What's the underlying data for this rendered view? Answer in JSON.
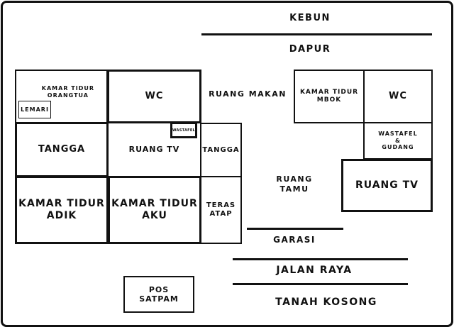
{
  "plan": {
    "outside": {
      "kebun": "KEBUN",
      "dapur": "DAPUR",
      "ruang_makan": "RUANG MAKAN",
      "ruang_tamu": "RUANG\nTAMU",
      "garasi": "GARASI",
      "jalan_raya": "JALAN RAYA",
      "tanah_kosong": "TANAH KOSONG"
    },
    "left_block": {
      "kamar_tidur_orangtua": "KAMAR TIDUR\nORANGTUA",
      "lemari": "LEMARI",
      "wc": "WC",
      "tangga_left": "TANGGA",
      "ruang_tv": "RUANG TV",
      "wastafel": "WASTAFEL",
      "tangga_small": "TANGGA",
      "kamar_tidur_adik": "KAMAR TIDUR\nADIK",
      "kamar_tidur_aku": "KAMAR TIDUR\nAKU",
      "teras_atap": "TERAS\nATAP"
    },
    "right_block": {
      "kamar_tidur_mbok": "KAMAR  TIDUR\nMBOK",
      "wc": "WC",
      "wastafel_gudang": "WASTAFEL\n&\nGUDANG",
      "ruang_tv": "RUANG TV"
    },
    "pos_satpam": "POS\nSATPAM"
  },
  "colors": {
    "line": "#111111",
    "background": "#ffffff"
  }
}
